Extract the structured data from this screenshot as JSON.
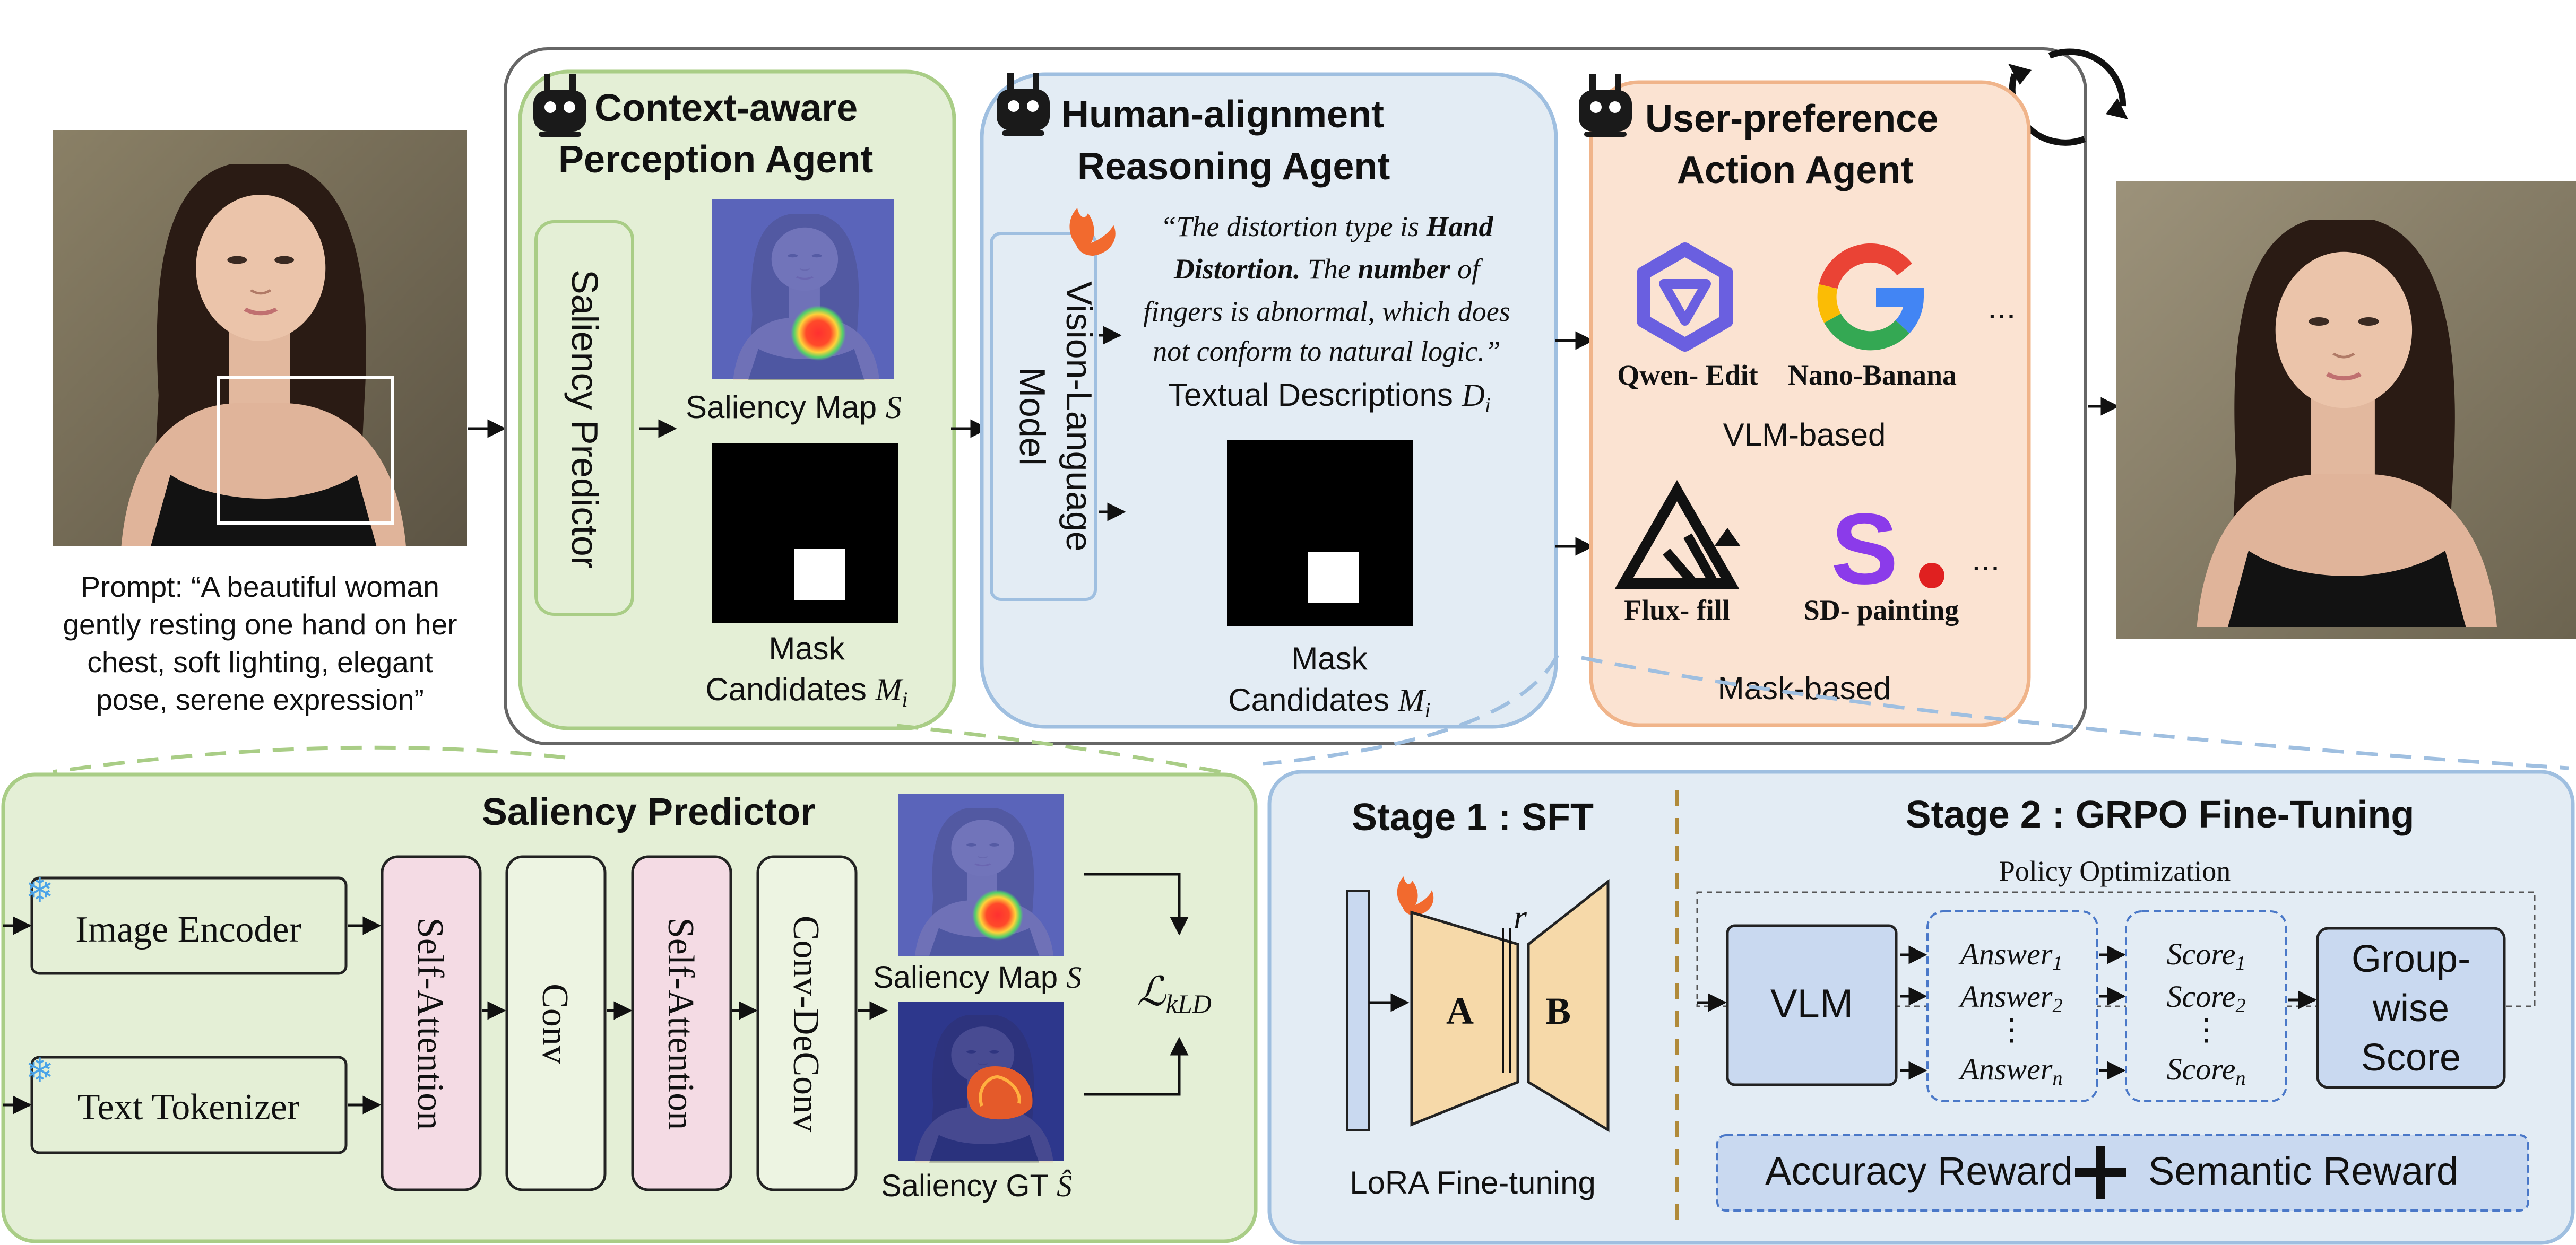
{
  "prompt": {
    "lines": [
      "Prompt: “A beautiful woman",
      "gently resting one hand on her",
      "chest, soft lighting, elegant",
      "pose, serene expression”"
    ]
  },
  "perception_agent": {
    "title_line1": "Context-aware",
    "title_line2": "Perception Agent",
    "saliency_predictor_label": "Saliency Predictor",
    "saliency_map_label": "Saliency Map ",
    "saliency_map_symbol": "S",
    "mask_label_line1": "Mask",
    "mask_label_line2": "Candidates ",
    "mask_symbol": "M",
    "mask_subscript": "i"
  },
  "reasoning_agent": {
    "title_line1": "Human-alignment",
    "title_line2": "Reasoning Agent",
    "vlm_label_line1": "Vision-Language",
    "vlm_label_line2": "Model",
    "quote": {
      "l1_a": "“The distortion type is ",
      "l1_b": "Hand",
      "l2_a": "Distortion.",
      "l2_b": " The ",
      "l2_c": "number",
      "l2_d": " of",
      "l3": "fingers is abnormal, which does",
      "l4": "not conform to natural logic.”"
    },
    "text_desc_label": "Textual Descriptions ",
    "text_desc_symbol": "D",
    "text_desc_subscript": "i",
    "mask_label_line1": "Mask",
    "mask_label_line2": "Candidates ",
    "mask_symbol": "M",
    "mask_subscript": "i"
  },
  "action_agent": {
    "title_line1": "User-preference",
    "title_line2": "Action Agent",
    "vlm_tools": [
      "Qwen- Edit",
      "Nano-Banana"
    ],
    "vlm_group_label": "VLM-based",
    "mask_tools": [
      "Flux- fill",
      "SD- painting"
    ],
    "mask_group_label": "Mask-based",
    "ellipsis": "..."
  },
  "saliency_detail": {
    "title": "Saliency Predictor",
    "image_encoder": "Image Encoder",
    "text_tokenizer": "Text Tokenizer",
    "blocks": [
      "Self-Attention",
      "Conv",
      "Self-Attention",
      "Conv-DeConv"
    ],
    "saliency_map_label": "Saliency Map ",
    "saliency_map_symbol": "S",
    "saliency_gt_label": "Saliency GT ",
    "saliency_gt_symbol": "Ŝ",
    "loss_symbol": "ℒ",
    "loss_subscript": "kLD"
  },
  "training": {
    "stage1_title": "Stage 1 : SFT",
    "lora_a": "A",
    "lora_b": "B",
    "lora_r": "r",
    "lora_label": "LoRA Fine-tuning",
    "stage2_title": "Stage 2 : GRPO Fine-Tuning",
    "policy_label": "Policy Optimization",
    "vlm_label": "VLM",
    "answer_word": "Answer",
    "score_word": "Score",
    "subscripts": [
      "1",
      "2",
      "n"
    ],
    "vdots": "⋮",
    "group_score_lines": [
      "Group-",
      "wise",
      "Score"
    ],
    "accuracy_reward": "Accuracy Reward",
    "semantic_reward": "Semantic Reward"
  },
  "colors": {
    "perception_fill": "#e4efd6",
    "perception_border": "#a9cd86",
    "reasoning_fill": "#e3ecf4",
    "reasoning_border": "#9fbfe0",
    "action_fill": "#fbe3d2",
    "action_border": "#f0b48a",
    "attention_fill": "#f4dbe4",
    "lora_fill": "#f6d9a9",
    "vlm_fill": "#c9d9f0",
    "qwen_purple": "#6a5fe0",
    "sd_purple": "#8b3bea",
    "sd_dot": "#e02020",
    "flame": "#f26a2e",
    "snowflake": "#4aa3e8",
    "stage_divider": "#b08a3a"
  }
}
